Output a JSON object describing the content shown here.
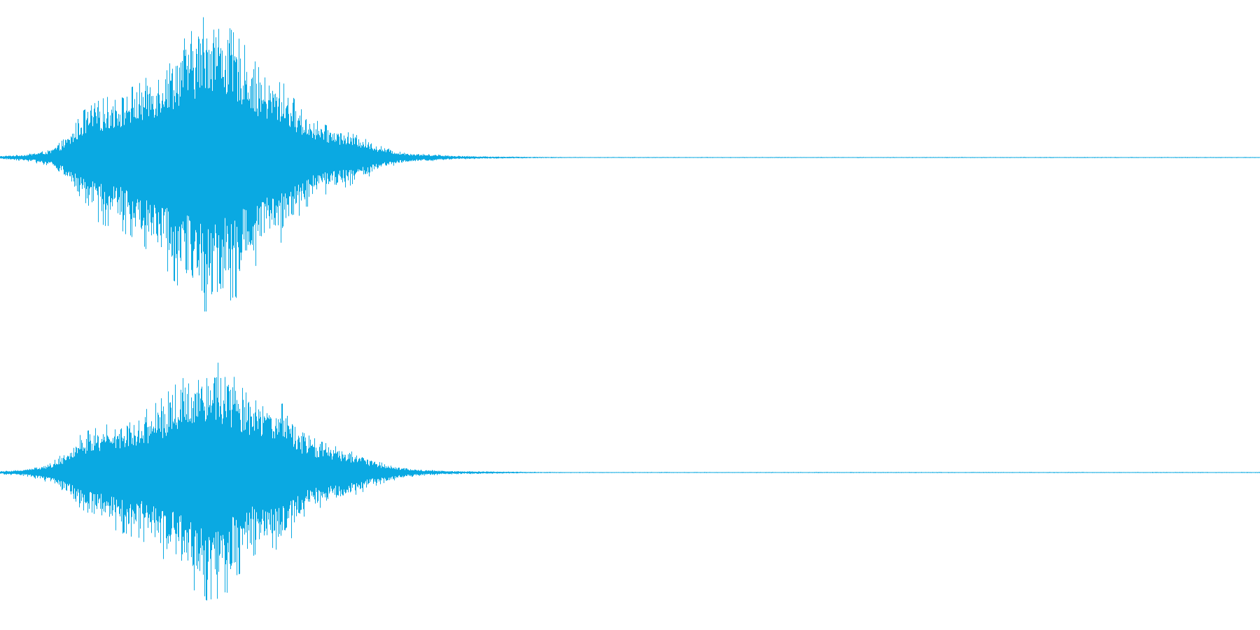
{
  "waveform": {
    "color": "#0aa9e2",
    "background": "#ffffff",
    "duration_fraction_visible": 1.0,
    "channels": [
      {
        "name": "",
        "peak_positive": 0.97,
        "peak_negative": 0.97,
        "envelope": [
          [
            0.0,
            0.01
          ],
          [
            0.02,
            0.02
          ],
          [
            0.04,
            0.05
          ],
          [
            0.055,
            0.15
          ],
          [
            0.065,
            0.3
          ],
          [
            0.08,
            0.38
          ],
          [
            0.095,
            0.42
          ],
          [
            0.11,
            0.48
          ],
          [
            0.125,
            0.58
          ],
          [
            0.14,
            0.72
          ],
          [
            0.155,
            0.85
          ],
          [
            0.167,
            0.97
          ],
          [
            0.18,
            0.86
          ],
          [
            0.195,
            0.72
          ],
          [
            0.21,
            0.52
          ],
          [
            0.225,
            0.48
          ],
          [
            0.24,
            0.3
          ],
          [
            0.255,
            0.22
          ],
          [
            0.27,
            0.18
          ],
          [
            0.285,
            0.14
          ],
          [
            0.3,
            0.08
          ],
          [
            0.315,
            0.04
          ],
          [
            0.33,
            0.025
          ],
          [
            0.345,
            0.02
          ],
          [
            0.36,
            0.012
          ],
          [
            0.38,
            0.008
          ],
          [
            0.4,
            0.006
          ],
          [
            0.43,
            0.004
          ],
          [
            0.45,
            0.003
          ],
          [
            1.0,
            0.003
          ]
        ]
      },
      {
        "name": "",
        "peak_positive": 0.74,
        "peak_negative": 0.74,
        "envelope": [
          [
            0.0,
            0.01
          ],
          [
            0.02,
            0.02
          ],
          [
            0.04,
            0.06
          ],
          [
            0.055,
            0.16
          ],
          [
            0.065,
            0.26
          ],
          [
            0.08,
            0.3
          ],
          [
            0.095,
            0.34
          ],
          [
            0.11,
            0.38
          ],
          [
            0.125,
            0.46
          ],
          [
            0.14,
            0.58
          ],
          [
            0.155,
            0.68
          ],
          [
            0.167,
            0.74
          ],
          [
            0.18,
            0.68
          ],
          [
            0.195,
            0.52
          ],
          [
            0.21,
            0.42
          ],
          [
            0.225,
            0.45
          ],
          [
            0.24,
            0.26
          ],
          [
            0.255,
            0.2
          ],
          [
            0.27,
            0.16
          ],
          [
            0.285,
            0.12
          ],
          [
            0.3,
            0.07
          ],
          [
            0.315,
            0.04
          ],
          [
            0.33,
            0.02
          ],
          [
            0.345,
            0.015
          ],
          [
            0.36,
            0.01
          ],
          [
            0.38,
            0.008
          ],
          [
            0.4,
            0.006
          ],
          [
            0.43,
            0.004
          ],
          [
            0.45,
            0.003
          ],
          [
            1.0,
            0.003
          ]
        ]
      }
    ]
  }
}
